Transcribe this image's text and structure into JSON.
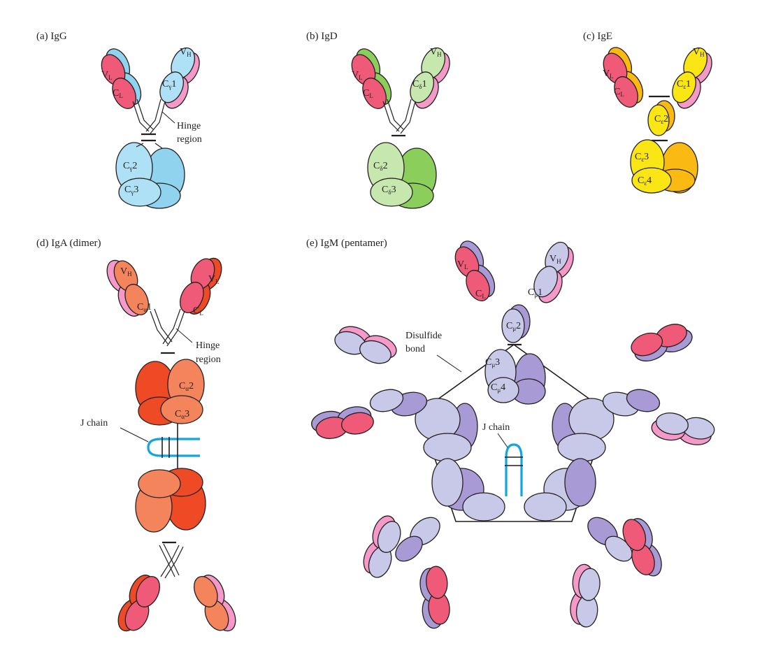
{
  "panels": {
    "igg": {
      "caption": "(a) IgG",
      "vl": "V",
      "vl_sub": "L",
      "cl": "C",
      "cl_sub": "L",
      "vh": "V",
      "vh_sub": "H",
      "ch1": "C",
      "ch1_sub": "γ",
      "ch1_num": "1",
      "ch2": "C",
      "ch2_sub": "γ",
      "ch2_num": "2",
      "ch3": "C",
      "ch3_sub": "γ",
      "ch3_num": "3",
      "hinge_line1": "Hinge",
      "hinge_line2": "region"
    },
    "igd": {
      "caption": "(b) IgD",
      "vl": "V",
      "vl_sub": "L",
      "cl": "C",
      "cl_sub": "L",
      "vh": "V",
      "vh_sub": "H",
      "ch1": "C",
      "ch1_sub": "δ",
      "ch1_num": "1",
      "ch2": "C",
      "ch2_sub": "δ",
      "ch2_num": "2",
      "ch3": "C",
      "ch3_sub": "δ",
      "ch3_num": "3"
    },
    "ige": {
      "caption": "(c) IgE",
      "vl": "V",
      "vl_sub": "L",
      "cl": "C",
      "cl_sub": "L",
      "vh": "V",
      "vh_sub": "H",
      "ch1": "C",
      "ch1_sub": "ε",
      "ch1_num": "1",
      "ch2": "C",
      "ch2_sub": "ε",
      "ch2_num": "2",
      "ch3": "C",
      "ch3_sub": "ε",
      "ch3_num": "3",
      "ch4": "C",
      "ch4_sub": "ε",
      "ch4_num": "4"
    },
    "iga": {
      "caption": "(d) IgA (dimer)",
      "vh": "V",
      "vh_sub": "H",
      "vl": "V",
      "vl_sub": "L",
      "cl": "C",
      "cl_sub": "L",
      "ch1": "C",
      "ch1_sub": "α",
      "ch1_num": "1",
      "ch2": "C",
      "ch2_sub": "α",
      "ch2_num": "2",
      "ch3": "C",
      "ch3_sub": "α",
      "ch3_num": "3",
      "hinge_line1": "Hinge",
      "hinge_line2": "region",
      "jchain": "J chain"
    },
    "igm": {
      "caption": "(e) IgM (pentamer)",
      "vl": "V",
      "vl_sub": "L",
      "cl": "C",
      "cl_sub": "L",
      "vh": "V",
      "vh_sub": "H",
      "ch1": "C",
      "ch1_sub": "μ",
      "ch1_num": "1",
      "ch2": "C",
      "ch2_sub": "μ",
      "ch2_num": "2",
      "ch3": "C",
      "ch3_sub": "μ",
      "ch3_num": "3",
      "ch4": "C",
      "ch4_sub": "μ",
      "ch4_num": "4",
      "disulfide_line1": "Disulfide",
      "disulfide_line2": "bond",
      "jchain": "J chain"
    }
  },
  "colors": {
    "light_chain": "#ef5a78",
    "light_chain_v": "#f06a86",
    "pink_heavy": "#f59ac8",
    "igg_heavy": "#aee1f5",
    "igg_heavy_dark": "#8fd3ef",
    "igd_heavy": "#c6e7ae",
    "igd_heavy_dark": "#8cce5c",
    "ige_heavy": "#fbe615",
    "ige_heavy_dark": "#fbba12",
    "iga_heavy": "#f4845c",
    "iga_heavy_dark": "#ee4a26",
    "igm_heavy": "#c8c8e8",
    "igm_heavy_dark": "#a89ad4",
    "j_chain": "#12a5dc",
    "ink": "#231f20"
  }
}
